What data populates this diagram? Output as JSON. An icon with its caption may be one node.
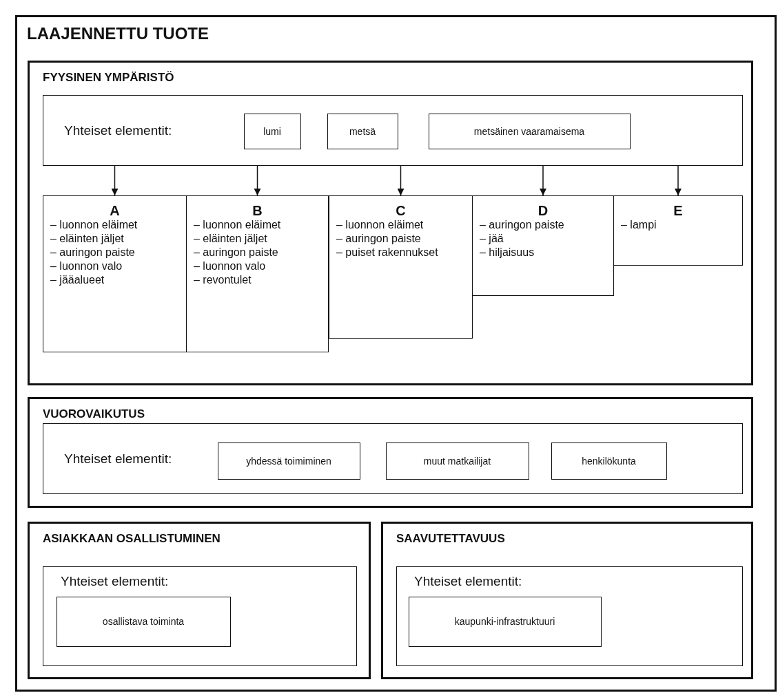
{
  "diagram": {
    "nodes": [
      {
        "text": [
          "LAAJENNETTU TUOTE"
        ]
      },
      {
        "text": [
          "FYYSINEN YMPÄRISTÖ"
        ],
        "in": 0
      },
      {
        "text": [
          "Yhteiset elementit:"
        ],
        "in": 1
      },
      {
        "text": [
          "lumi"
        ],
        "in": 2
      },
      {
        "text": [
          "metsä"
        ],
        "in": 2
      },
      {
        "text": [
          "metsäinen vaaramaisema"
        ],
        "in": 2
      },
      {
        "text": [
          "A",
          "– luonnon eläimet",
          "– eläinten jäljet",
          "– auringon paiste",
          "– luonnon valo",
          "– jääalueet"
        ],
        "in": 1
      },
      {
        "text": [
          "B",
          "– luonnon eläimet",
          "– eläinten jäljet",
          "– auringon paiste",
          "– luonnon valo",
          "– revontulet"
        ],
        "in": 1
      },
      {
        "text": [
          "C",
          "– luonnon eläimet",
          "– auringon paiste",
          "– puiset rakennukset"
        ],
        "in": 1
      },
      {
        "text": [
          "D",
          "– auringon paiste",
          "– jää",
          "– hiljaisuus"
        ],
        "in": 1
      },
      {
        "text": [
          "E",
          "– lampi"
        ],
        "in": 1
      },
      {
        "text": [
          "VUOROVAIKUTUS"
        ],
        "in": 0
      },
      {
        "text": [
          "Yhteiset elementit:"
        ],
        "in": 11
      },
      {
        "text": [
          "yhdessä toimiminen"
        ],
        "in": 12
      },
      {
        "text": [
          "muut matkailijat"
        ],
        "in": 12
      },
      {
        "text": [
          "henkilökunta"
        ],
        "in": 12
      },
      {
        "text": [
          "ASIAKKAAN OSALLISTUMINEN"
        ],
        "in": 0
      },
      {
        "text": [
          "Yhteiset elementit:"
        ],
        "in": 16
      },
      {
        "text": [
          "osallistava toiminta"
        ],
        "in": 17
      },
      {
        "text": [
          "SAAVUTETTAVUUS"
        ],
        "in": 0
      },
      {
        "text": [
          "Yhteiset elementit:"
        ],
        "in": 19
      },
      {
        "text": [
          "kaupunki-infrastruktuuri"
        ],
        "in": 20
      }
    ],
    "edges": [
      {
        "from": 2,
        "to": 6,
        "arrow": "to"
      },
      {
        "from": 2,
        "to": 7,
        "arrow": "to"
      },
      {
        "from": 2,
        "to": 8,
        "arrow": "to"
      },
      {
        "from": 2,
        "to": 9,
        "arrow": "to"
      },
      {
        "from": 2,
        "to": 10,
        "arrow": "to"
      }
    ]
  }
}
